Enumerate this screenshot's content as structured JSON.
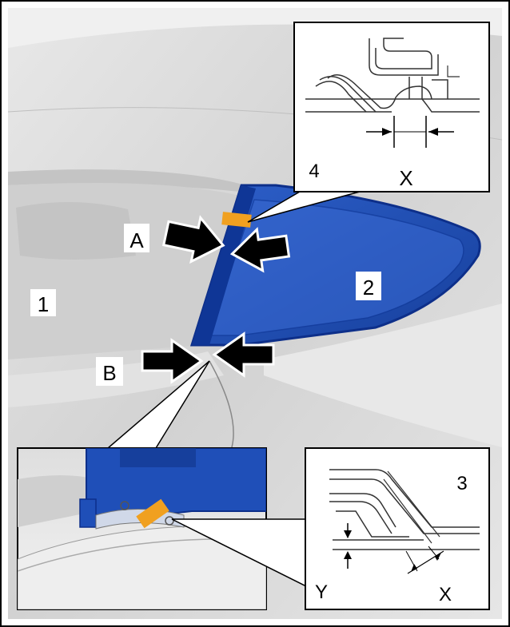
{
  "figure": {
    "labels": {
      "part_1": "1",
      "part_2": "2",
      "detail_3": "3",
      "detail_4": "4",
      "point_a": "A",
      "point_b": "B",
      "dim_x_top": "X",
      "dim_x_bottom": "X",
      "dim_y": "Y"
    },
    "colors": {
      "glass_blue": "#1f4fb8",
      "glass_dark": "#0d2f8a",
      "tape_orange": "#f0a020",
      "arrow": "#000000",
      "body_grey": "#dcdcdc",
      "line": "#555555"
    }
  }
}
